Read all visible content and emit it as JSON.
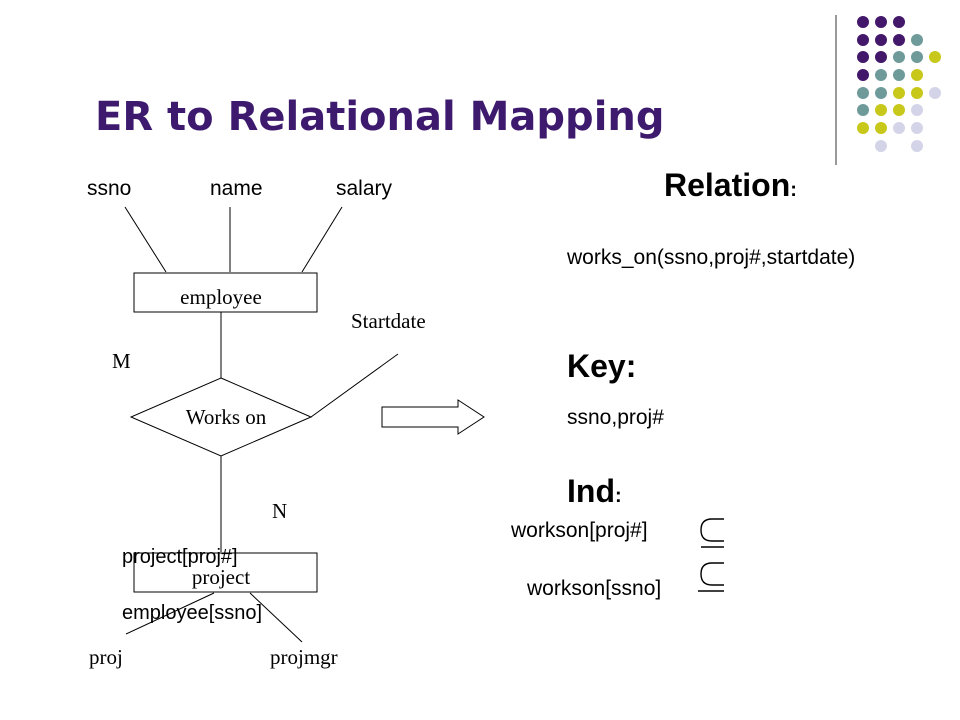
{
  "slide": {
    "title": "ER to Relational Mapping",
    "colors": {
      "title": "#3d1a6e",
      "dot_purple": "#43186b",
      "dot_teal": "#6f9a9a",
      "dot_olive": "#c8c81a",
      "dot_lavender": "#d4d4e8"
    }
  },
  "er": {
    "attributes": {
      "ssno": "ssno",
      "name": "name",
      "salary": "salary",
      "startdate": "Startdate",
      "proj": "proj",
      "projmgr": "projmgr"
    },
    "entities": {
      "employee": "employee",
      "project": "project"
    },
    "relationship": "Works on",
    "cardinality": {
      "m": "M",
      "n": "N"
    },
    "overlay": {
      "project_key": "project[proj#]",
      "employee_key": "employee[ssno]"
    }
  },
  "mapping": {
    "relation_heading": "Relation",
    "relation_colon": ":",
    "relation_schema": "works_on(ssno,proj#,startdate)",
    "key_heading": "Key:",
    "key_value": "ssno,proj#",
    "ind_heading": "Ind",
    "ind_colon": ":",
    "ind_1": "workson[proj#]",
    "ind_2": "workson[ssno]"
  }
}
